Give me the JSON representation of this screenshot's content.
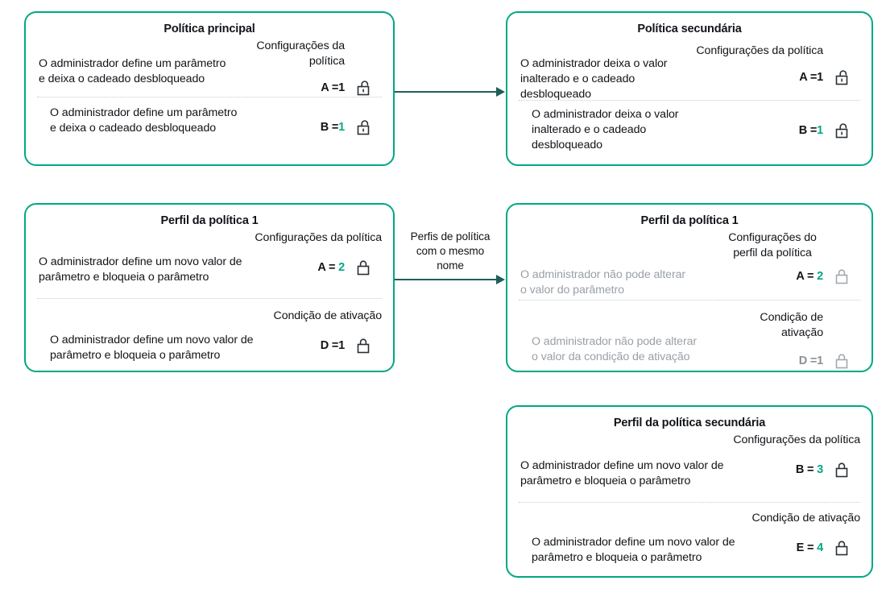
{
  "theme": {
    "box_border": "#00a884",
    "accent": "#00a884",
    "arrow": "#1f5e58",
    "text": "#111418",
    "muted_text": "#9aa0a6",
    "divider": "#c9cdd1"
  },
  "boxes": {
    "main_policy": {
      "title": "Política principal",
      "rows": [
        {
          "header": "Configurações da política",
          "description": "O administrador define um parâmetro\ne deixa o cadeado desbloqueado",
          "key": "A",
          "equals": "=",
          "value": "1",
          "value_accent": false,
          "lock": "unlocked-icon",
          "lock_state": "unlocked"
        },
        {
          "header": "",
          "description": "O administrador define um parâmetro\ne deixa o cadeado desbloqueado",
          "key": "B",
          "equals": "=",
          "value": "1",
          "value_accent": true,
          "lock": "unlocked-icon",
          "lock_state": "unlocked"
        }
      ]
    },
    "secondary_policy": {
      "title": "Política secundária",
      "rows": [
        {
          "header": "Configurações da política",
          "description": "O administrador deixa o valor\ninalterado e o cadeado\ndesbloqueado",
          "key": "A",
          "equals": "=",
          "value": "1",
          "value_accent": false,
          "lock": "unlocked-icon",
          "lock_state": "unlocked"
        },
        {
          "header": "",
          "description": "O administrador deixa o valor\ninalterado e o cadeado\ndesbloqueado",
          "key": "B",
          "equals": "=",
          "value": "1",
          "value_accent": true,
          "lock": "unlocked-icon",
          "lock_state": "unlocked"
        }
      ]
    },
    "policy_profile_1_left": {
      "title": "Perfil da política 1",
      "rows": [
        {
          "header": "Configurações da política",
          "description": "O administrador define um novo valor de\nparâmetro e bloqueia o parâmetro",
          "key": "A",
          "equals": "=",
          "value": "2",
          "value_accent": true,
          "lock": "locked-icon",
          "lock_state": "locked"
        },
        {
          "header": "Condição de ativação",
          "description": "O administrador define um novo valor de\nparâmetro e bloqueia o parâmetro",
          "key": "D",
          "equals": "=",
          "value": "1",
          "value_accent": false,
          "lock": "locked-icon",
          "lock_state": "locked"
        }
      ]
    },
    "policy_profile_1_right": {
      "title": "Perfil da política 1",
      "rows": [
        {
          "header": "Configurações do\nperfil da política",
          "description": "O administrador não pode alterar\no valor do parâmetro",
          "key": "A",
          "equals": "=",
          "value": "2",
          "value_accent": true,
          "lock": "locked-icon",
          "lock_state": "locked"
        },
        {
          "header": "Condição de ativação",
          "description": "O administrador não pode alterar\no valor da condição de ativação",
          "key": "D",
          "equals": "=",
          "value": "1",
          "value_accent": false,
          "lock": "locked-icon",
          "lock_state": "locked"
        }
      ]
    },
    "secondary_policy_profile": {
      "title": "Perfil da política secundária",
      "rows": [
        {
          "header": "Configurações da política",
          "description": "O administrador define um novo valor de\nparâmetro e bloqueia o parâmetro",
          "key": "B",
          "equals": "=",
          "value": "3",
          "value_accent": true,
          "lock": "locked-icon",
          "lock_state": "locked"
        },
        {
          "header": "Condição de ativação",
          "description": "O administrador define um novo valor de\nparâmetro e bloqueia o parâmetro",
          "key": "E",
          "equals": "=",
          "value": "4",
          "value_accent": true,
          "lock": "locked-icon",
          "lock_state": "locked"
        }
      ]
    }
  },
  "arrows": {
    "top": {
      "label": ""
    },
    "middle": {
      "label": "Perfis de política\ncom o mesmo\nnome"
    }
  }
}
